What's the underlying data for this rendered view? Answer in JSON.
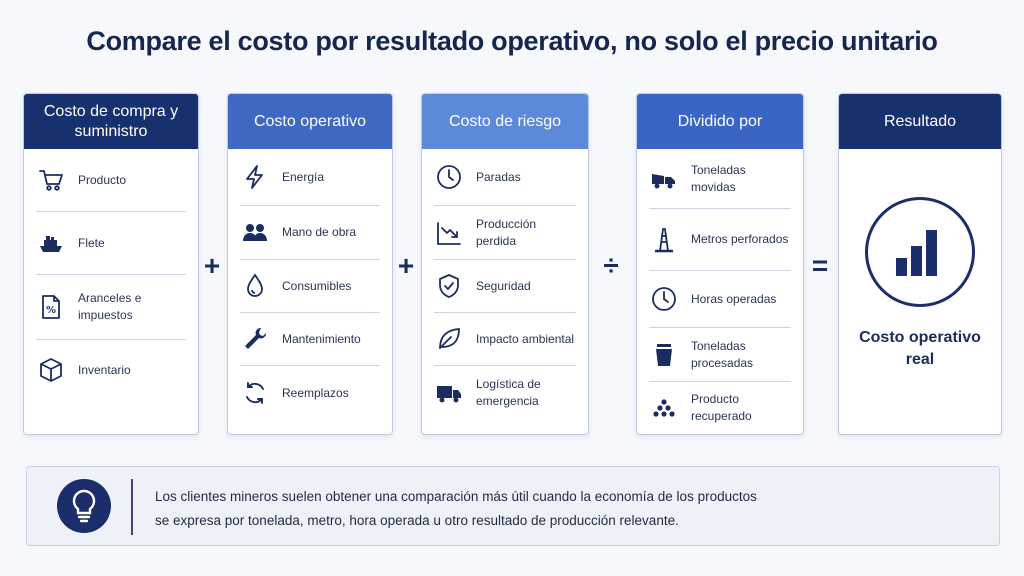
{
  "title": "Compare el costo por resultado operativo, no solo el precio unitario",
  "colors": {
    "navy": "#17306e",
    "blue": "#3f68c2",
    "light_blue": "#5d8ad8",
    "divide_blue": "#3a65c4"
  },
  "columns": [
    {
      "heading": "Costo de compra y suministro",
      "items": [
        {
          "label": "Producto",
          "icon": "cart-icon"
        },
        {
          "label": "Flete",
          "icon": "ship-icon"
        },
        {
          "label": "Aranceles e impuestos",
          "icon": "percent-document-icon"
        },
        {
          "label": "Inventario",
          "icon": "box-icon"
        }
      ]
    },
    {
      "heading": "Costo operativo",
      "items": [
        {
          "label": "Energía",
          "icon": "lightning-icon"
        },
        {
          "label": "Mano de obra",
          "icon": "people-icon"
        },
        {
          "label": "Consumibles",
          "icon": "drop-icon"
        },
        {
          "label": "Mantenimiento",
          "icon": "wrench-icon"
        },
        {
          "label": "Reemplazos",
          "icon": "refresh-icon"
        }
      ]
    },
    {
      "heading": "Costo de riesgo",
      "items": [
        {
          "label": "Paradas",
          "icon": "clock-icon"
        },
        {
          "label": "Producción perdida",
          "icon": "trend-down-icon"
        },
        {
          "label": "Seguridad",
          "icon": "shield-icon"
        },
        {
          "label": "Impacto ambiental",
          "icon": "leaf-icon"
        },
        {
          "label": "Logística de emergencia",
          "icon": "truck-icon"
        }
      ]
    },
    {
      "heading": "Dividido por",
      "items": [
        {
          "label": "Toneladas movidas",
          "icon": "dump-truck-icon"
        },
        {
          "label": "Metros perforados",
          "icon": "drill-rig-icon"
        },
        {
          "label": "Horas operadas",
          "icon": "clock-icon"
        },
        {
          "label": "Toneladas procesadas",
          "icon": "bin-icon"
        },
        {
          "label": "Producto recuperado",
          "icon": "pile-icon"
        }
      ]
    }
  ],
  "operators": [
    "+",
    "+",
    "÷",
    "="
  ],
  "result": {
    "heading": "Resultado",
    "label": "Costo operativo real",
    "icon": "bar-chart-icon"
  },
  "note": {
    "icon": "lightbulb-icon",
    "line1": "Los clientes mineros suelen obtener una comparación más útil cuando la economía de los productos",
    "line2": "se expresa por tonelada, metro, hora operada u otro resultado de producción relevante."
  }
}
